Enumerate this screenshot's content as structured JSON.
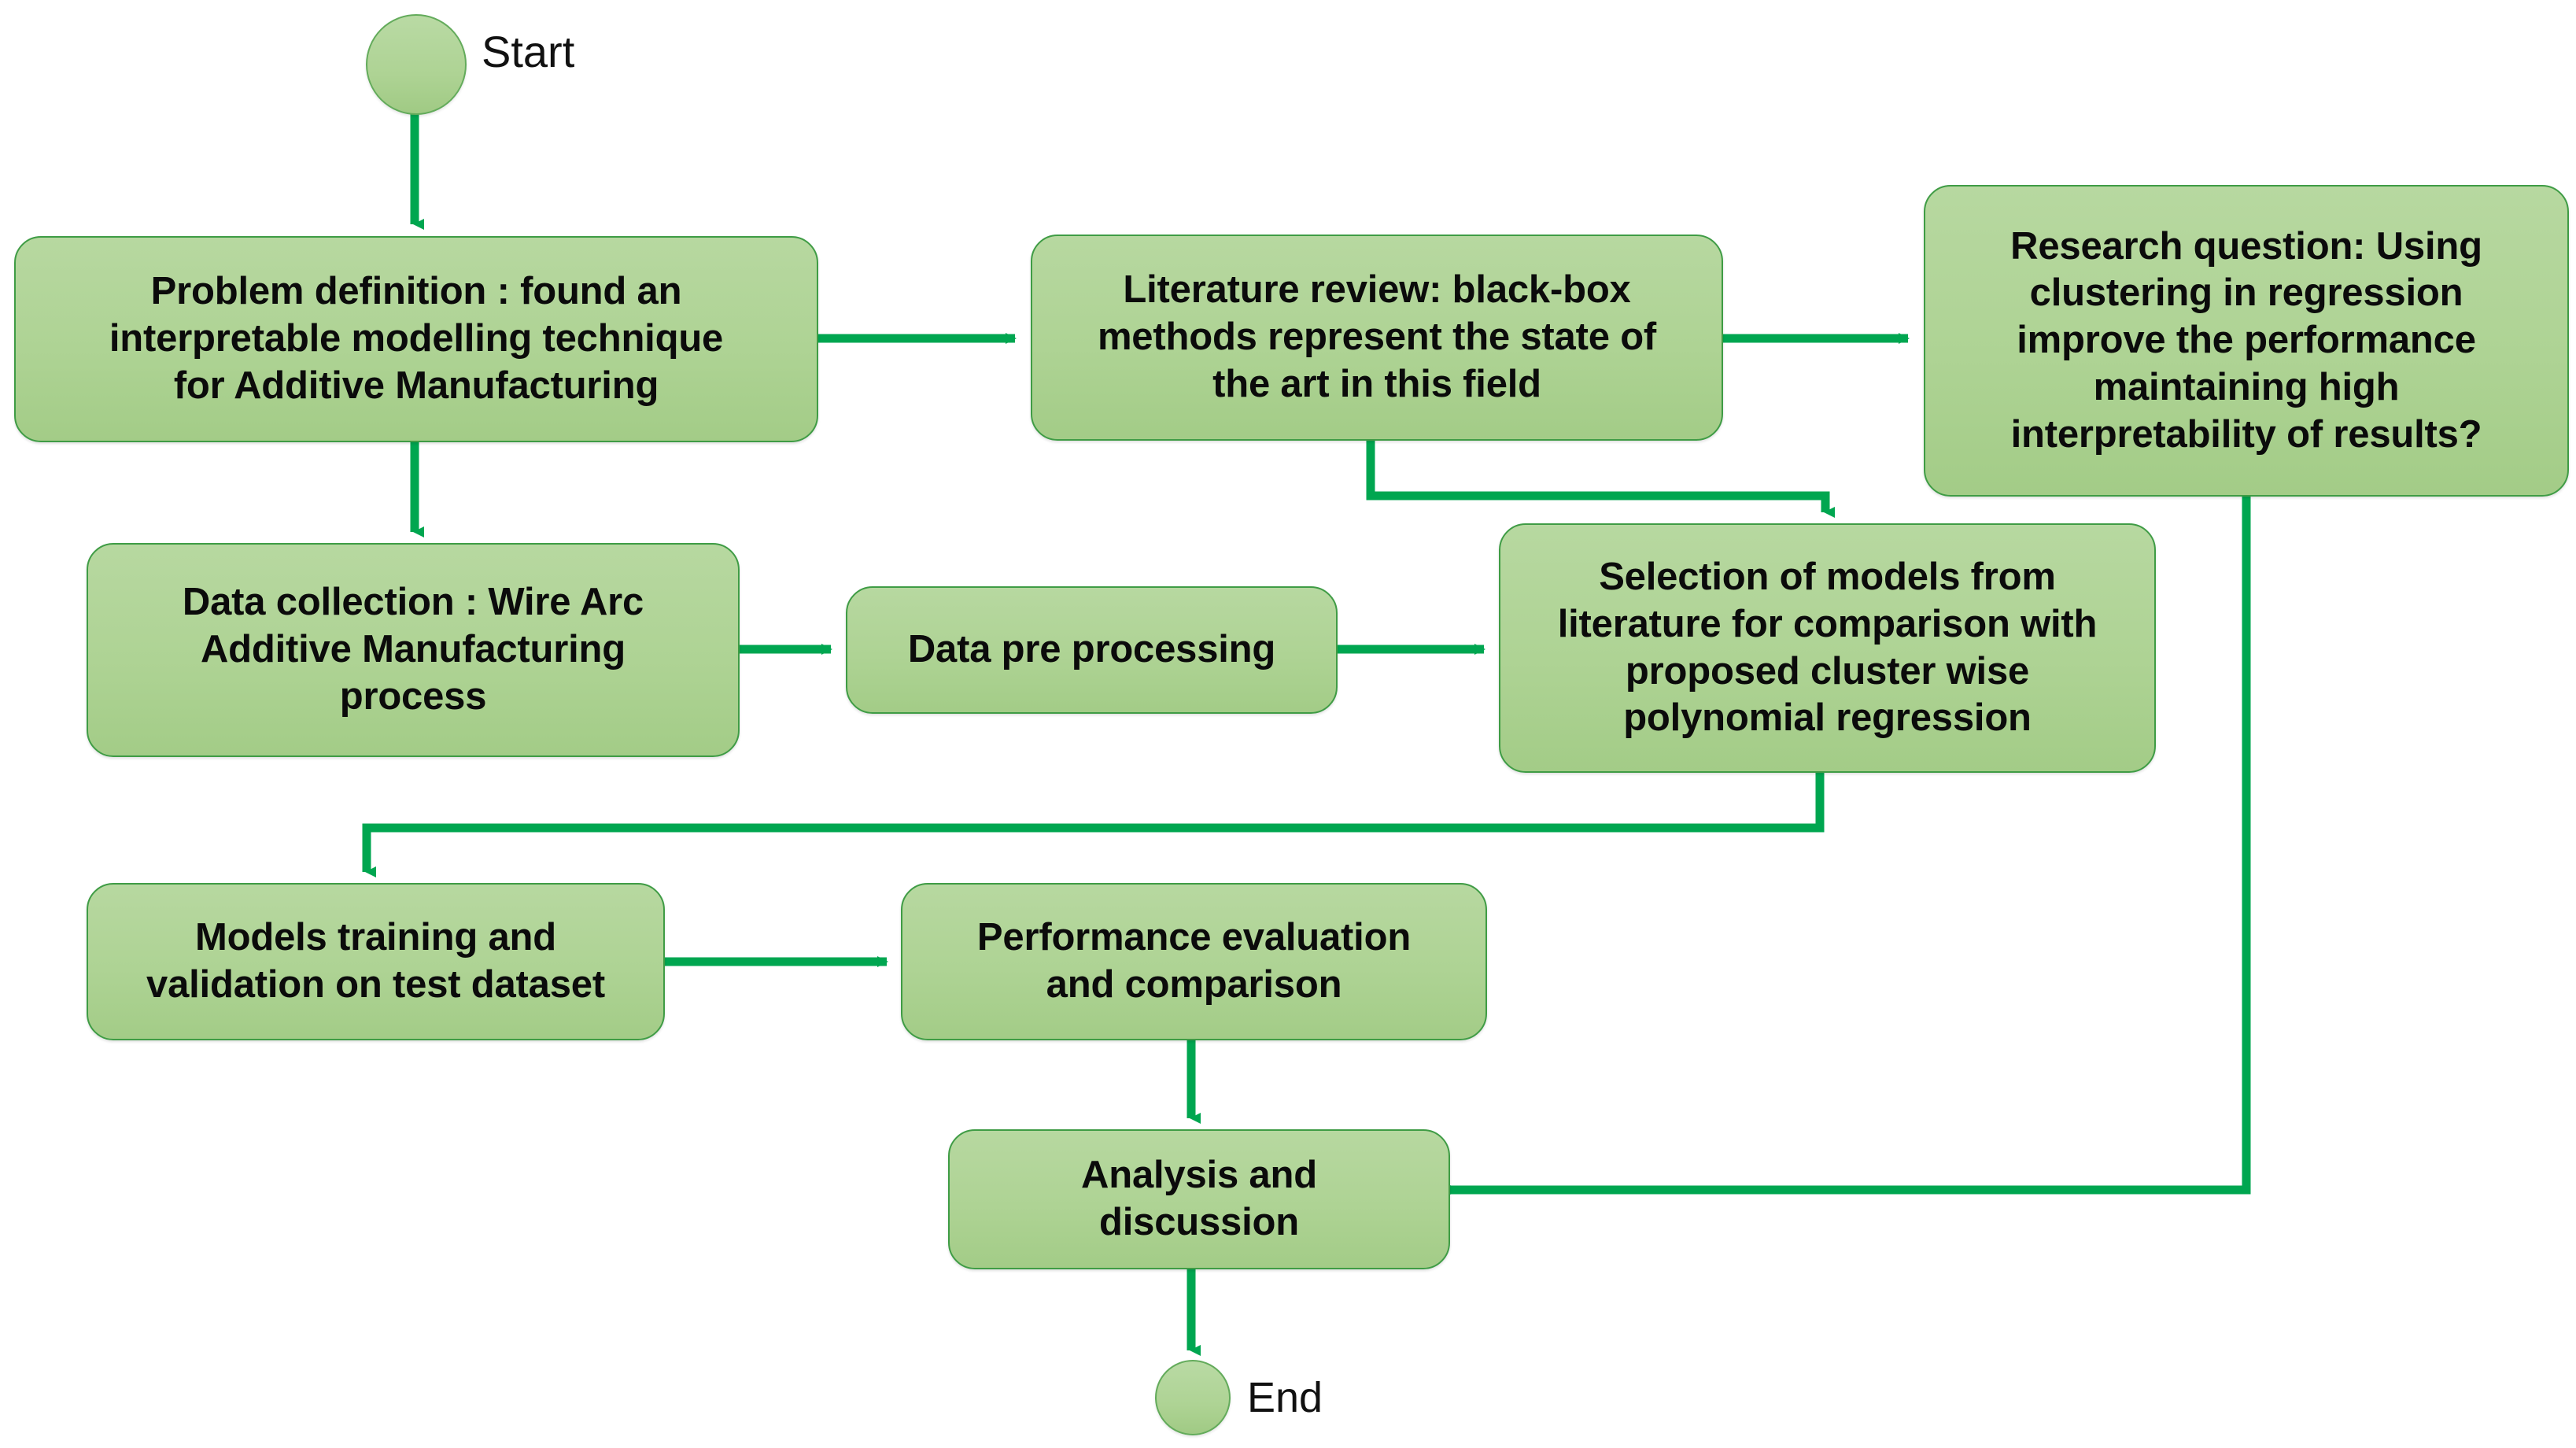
{
  "diagram": {
    "title": "Research methodology flowchart",
    "accent_color": "#00a650",
    "node_fill_top": "#b7d8a0",
    "node_fill_bottom": "#a3cc87",
    "node_border_color": "#3f9c45",
    "text_color": "#0b0b0b"
  },
  "terminators": {
    "start": {
      "label": "Start"
    },
    "end": {
      "label": "End"
    }
  },
  "nodes": {
    "problem_definition": {
      "label": "Problem definition : found an\ninterpretable modelling technique\nfor Additive Manufacturing"
    },
    "literature_review": {
      "label": "Literature review: black-box\nmethods represent the state of\nthe art in this field"
    },
    "research_question": {
      "label": "Research question: Using\nclustering in regression\nimprove the performance\nmaintaining high\ninterpretability of results?"
    },
    "data_collection": {
      "label": "Data collection : Wire Arc\nAdditive Manufacturing\nprocess"
    },
    "data_pre_processing": {
      "label": "Data pre processing"
    },
    "selection_of_models": {
      "label": "Selection of models from\nliterature for comparison with\nproposed cluster wise\npolynomial regression"
    },
    "models_training": {
      "label": "Models training and\nvalidation on test dataset"
    },
    "performance_evaluation": {
      "label": "Performance evaluation\nand comparison"
    },
    "analysis_discussion": {
      "label": "Analysis and\ndiscussion"
    }
  },
  "edges": [
    {
      "name": "start-to-problem-definition",
      "from": "start",
      "to": "problem_definition",
      "kind": "vertical-arrow"
    },
    {
      "name": "problem-definition-to-literature-review",
      "from": "problem_definition",
      "to": "literature_review",
      "kind": "horizontal-arrow"
    },
    {
      "name": "literature-review-to-research-question",
      "from": "literature_review",
      "to": "research_question",
      "kind": "horizontal-arrow"
    },
    {
      "name": "problem-definition-to-data-collection",
      "from": "problem_definition",
      "to": "data_collection",
      "kind": "vertical-arrow"
    },
    {
      "name": "data-collection-to-data-pre-processing",
      "from": "data_collection",
      "to": "data_pre_processing",
      "kind": "horizontal-arrow"
    },
    {
      "name": "data-pre-processing-to-selection-of-models",
      "from": "data_pre_processing",
      "to": "selection_of_models",
      "kind": "horizontal-arrow"
    },
    {
      "name": "literature-review-to-selection-of-models",
      "from": "literature_review",
      "to": "selection_of_models",
      "kind": "elbow-down-right"
    },
    {
      "name": "selection-of-models-to-models-training",
      "from": "selection_of_models",
      "to": "models_training",
      "kind": "elbow-down-left"
    },
    {
      "name": "models-training-to-performance-evaluation",
      "from": "models_training",
      "to": "performance_evaluation",
      "kind": "horizontal-arrow"
    },
    {
      "name": "performance-evaluation-to-analysis",
      "from": "performance_evaluation",
      "to": "analysis_discussion",
      "kind": "vertical-arrow"
    },
    {
      "name": "research-question-to-analysis",
      "from": "research_question",
      "to": "analysis_discussion",
      "kind": "elbow-down-left"
    },
    {
      "name": "analysis-to-end",
      "from": "analysis_discussion",
      "to": "end",
      "kind": "vertical-arrow"
    }
  ]
}
